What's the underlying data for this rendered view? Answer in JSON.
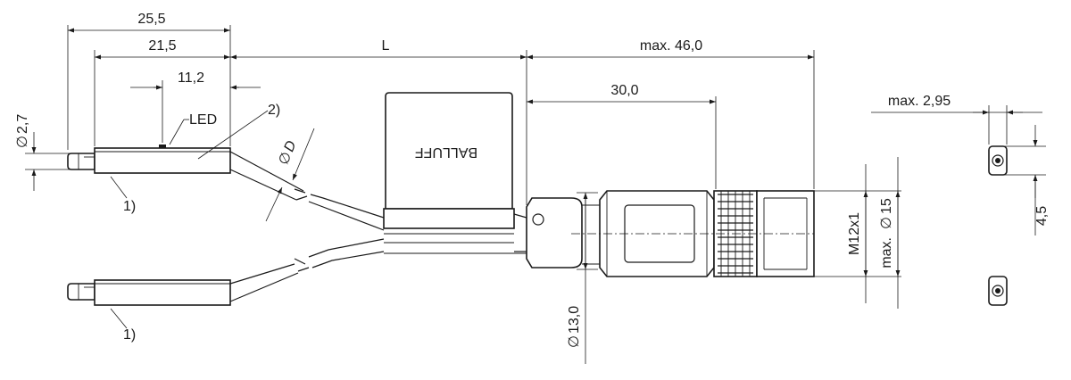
{
  "dimensions": {
    "d_25_5": "25,5",
    "d_21_5": "21,5",
    "d_11_2": "11,2",
    "d_L": "L",
    "d_max46": "max. 46,0",
    "d_30": "30,0",
    "d_max295": "max. 2,95",
    "d_4_5": "4,5",
    "d_phi27": "2,7",
    "d_phiD": "D",
    "d_m12": "M12x1",
    "d_max15": "max.",
    "d_phi15": "15",
    "d_phi13": "13,0"
  },
  "labels": {
    "led": "LED",
    "note1_top": "1)",
    "note1_bottom": "1)",
    "note2": "2)",
    "brand": "BALLUFF",
    "phi_symbol": "∅"
  },
  "colors": {
    "line": "#1a1a1a",
    "shade": "#d9d9d9",
    "background": "#ffffff"
  }
}
